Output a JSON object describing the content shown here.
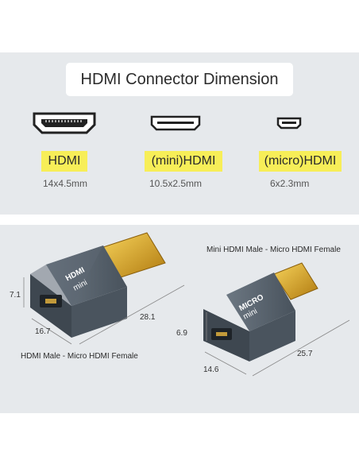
{
  "title": "HDMI Connector Dimension",
  "connectors": [
    {
      "label": "HDMI",
      "size": "14x4.5mm",
      "icon": "hdmi-port-icon"
    },
    {
      "label": "(mini)HDMI",
      "size": "10.5x2.5mm",
      "icon": "mini-hdmi-port-icon"
    },
    {
      "label": "(micro)HDMI",
      "size": "6x2.3mm",
      "icon": "micro-hdmi-port-icon"
    }
  ],
  "adapters": [
    {
      "caption": "HDMI Male - Micro HDMI Female",
      "brand": "HDMI",
      "sub": "mini",
      "height": "7.1",
      "width": "16.7",
      "length": "28.1"
    },
    {
      "caption": "Mini HDMI Male - Micro HDMI Female",
      "brand": "MICRO",
      "sub": "mini",
      "height": "6.9",
      "width": "14.6",
      "length": "25.7"
    }
  ],
  "colors": {
    "highlight": "#f7ee58",
    "panel": "#e6e9ec",
    "gold": "#d9a21b",
    "shell": "#5a6570"
  }
}
